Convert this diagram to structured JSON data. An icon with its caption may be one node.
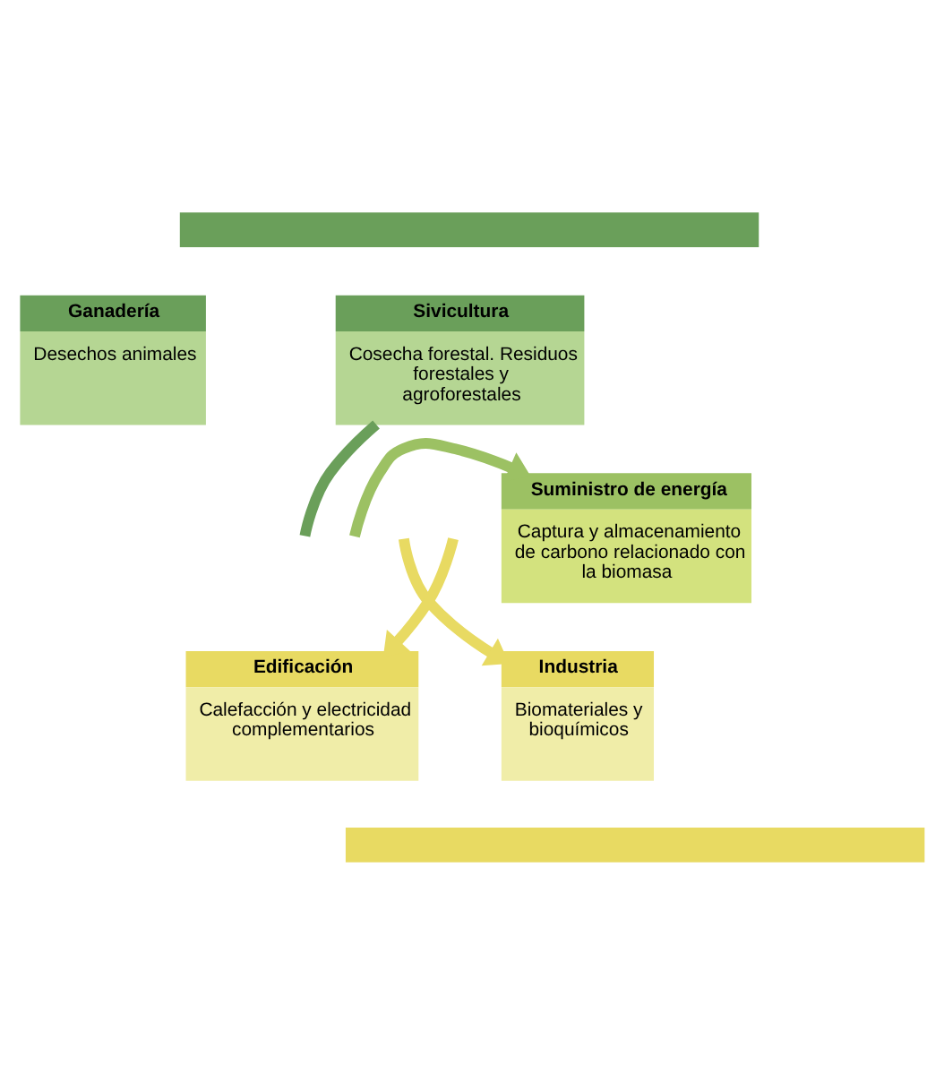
{
  "diagram": {
    "nodes": [
      {
        "text": [],
        "shape": "bar"
      },
      {
        "text": [
          "Ganadería",
          "Desechos animales"
        ]
      },
      {
        "text": [
          "Sivicultura",
          "Cosecha forestal. Residuos forestales y agroforestales"
        ]
      },
      {
        "text": [
          "Suministro de energía",
          "Captura y almacenamiento de carbono relacionado con la biomasa"
        ]
      },
      {
        "text": [
          "Edificación",
          "Calefacción y electricidad complementarios"
        ]
      },
      {
        "text": [
          "Industria",
          "Biomateriales y bioquímicos"
        ]
      },
      {
        "text": [],
        "shape": "bar"
      }
    ],
    "edges": [
      {
        "from": 2,
        "to": null,
        "arrow": "none",
        "color": "#6a9f5a"
      },
      {
        "from": null,
        "to": 3,
        "arrow": "to",
        "color": "#9cc163"
      },
      {
        "from": null,
        "to": 5,
        "arrow": "to",
        "color": "#e8da62"
      },
      {
        "from": null,
        "to": 4,
        "arrow": "to",
        "color": "#e8da62"
      }
    ]
  }
}
